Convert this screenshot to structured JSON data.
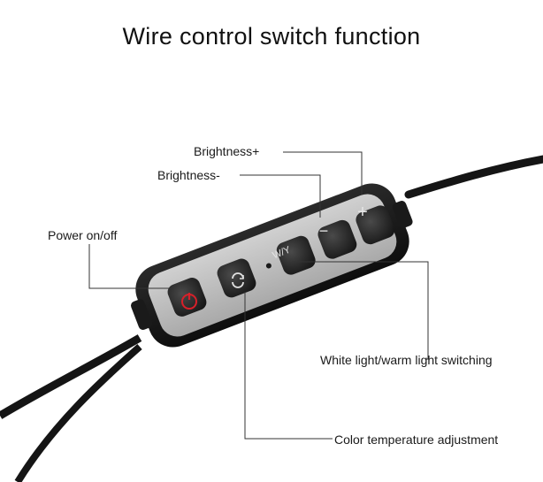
{
  "title": "Wire control switch function",
  "labels": {
    "brightness_plus": "Brightness+",
    "brightness_minus": "Brightness-",
    "power": "Power on/off",
    "white_warm": "White light/warm light switching",
    "color_temp": "Color temperature adjustment"
  },
  "buttons": {
    "plus_symbol": "+",
    "minus_symbol": "−",
    "wy_symbol": "W/Y"
  },
  "colors": {
    "body": "#1c1c1c",
    "panel": "#b9b9b9",
    "button": "#262626",
    "power_icon": "#d8202a",
    "leader": "#333333"
  },
  "icons": [
    "power-icon",
    "cycle-icon",
    "plus-icon",
    "minus-icon"
  ]
}
